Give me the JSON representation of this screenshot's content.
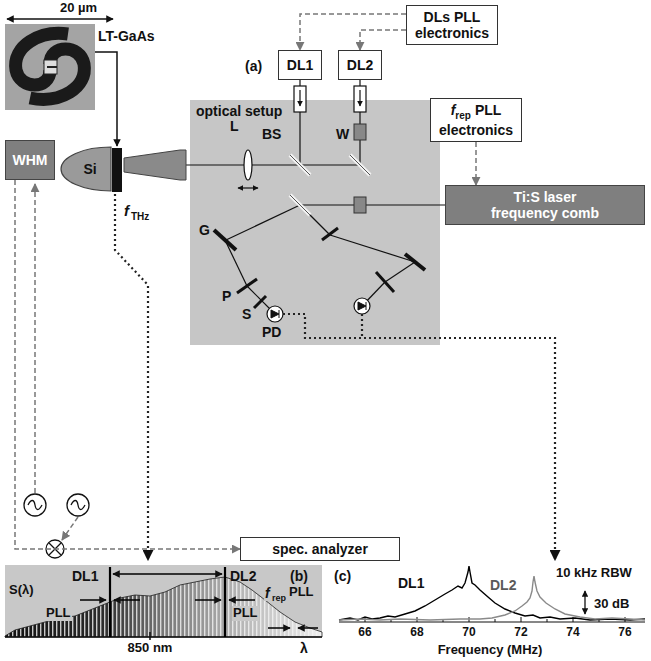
{
  "diagram": {
    "nodes": [
      {
        "text": [
          "DLs PLL electronics"
        ]
      },
      {
        "text": [
          "DL1"
        ]
      },
      {
        "text": [
          "DL2"
        ]
      },
      {
        "text": [
          "optical setup"
        ]
      },
      {
        "text": [
          "f",
          "rep",
          "PLL electronics"
        ]
      },
      {
        "text": [
          "Ti:S laser frequency comb"
        ]
      },
      {
        "text": [
          "WHM"
        ]
      },
      {
        "text": [
          "Si"
        ]
      },
      {
        "text": [
          "spec. analyzer"
        ]
      }
    ],
    "edges": [
      {
        "from": 0,
        "to": 1,
        "arrow": "to"
      },
      {
        "from": 0,
        "to": 2,
        "arrow": "to"
      },
      {
        "from": 4,
        "to": 5,
        "arrow": "to"
      },
      {
        "from": 6,
        "to": 8,
        "arrow": "to"
      }
    ],
    "labels": [
      "20 µm",
      "LT-GaAs",
      "(a)",
      "L",
      "BS",
      "W",
      "G",
      "P",
      "S",
      "PD",
      "f",
      "THz",
      "(b)",
      "DL1",
      "DL2",
      "S(λ)",
      "PLL",
      "PLL",
      "f",
      "rep",
      "PLL",
      "850 nm",
      "λ",
      "(c)",
      "DL1",
      "DL2",
      "10 kHz RBW",
      "30 dB",
      "66",
      "68",
      "70",
      "72",
      "74",
      "76",
      "Frequency (MHz)"
    ]
  }
}
